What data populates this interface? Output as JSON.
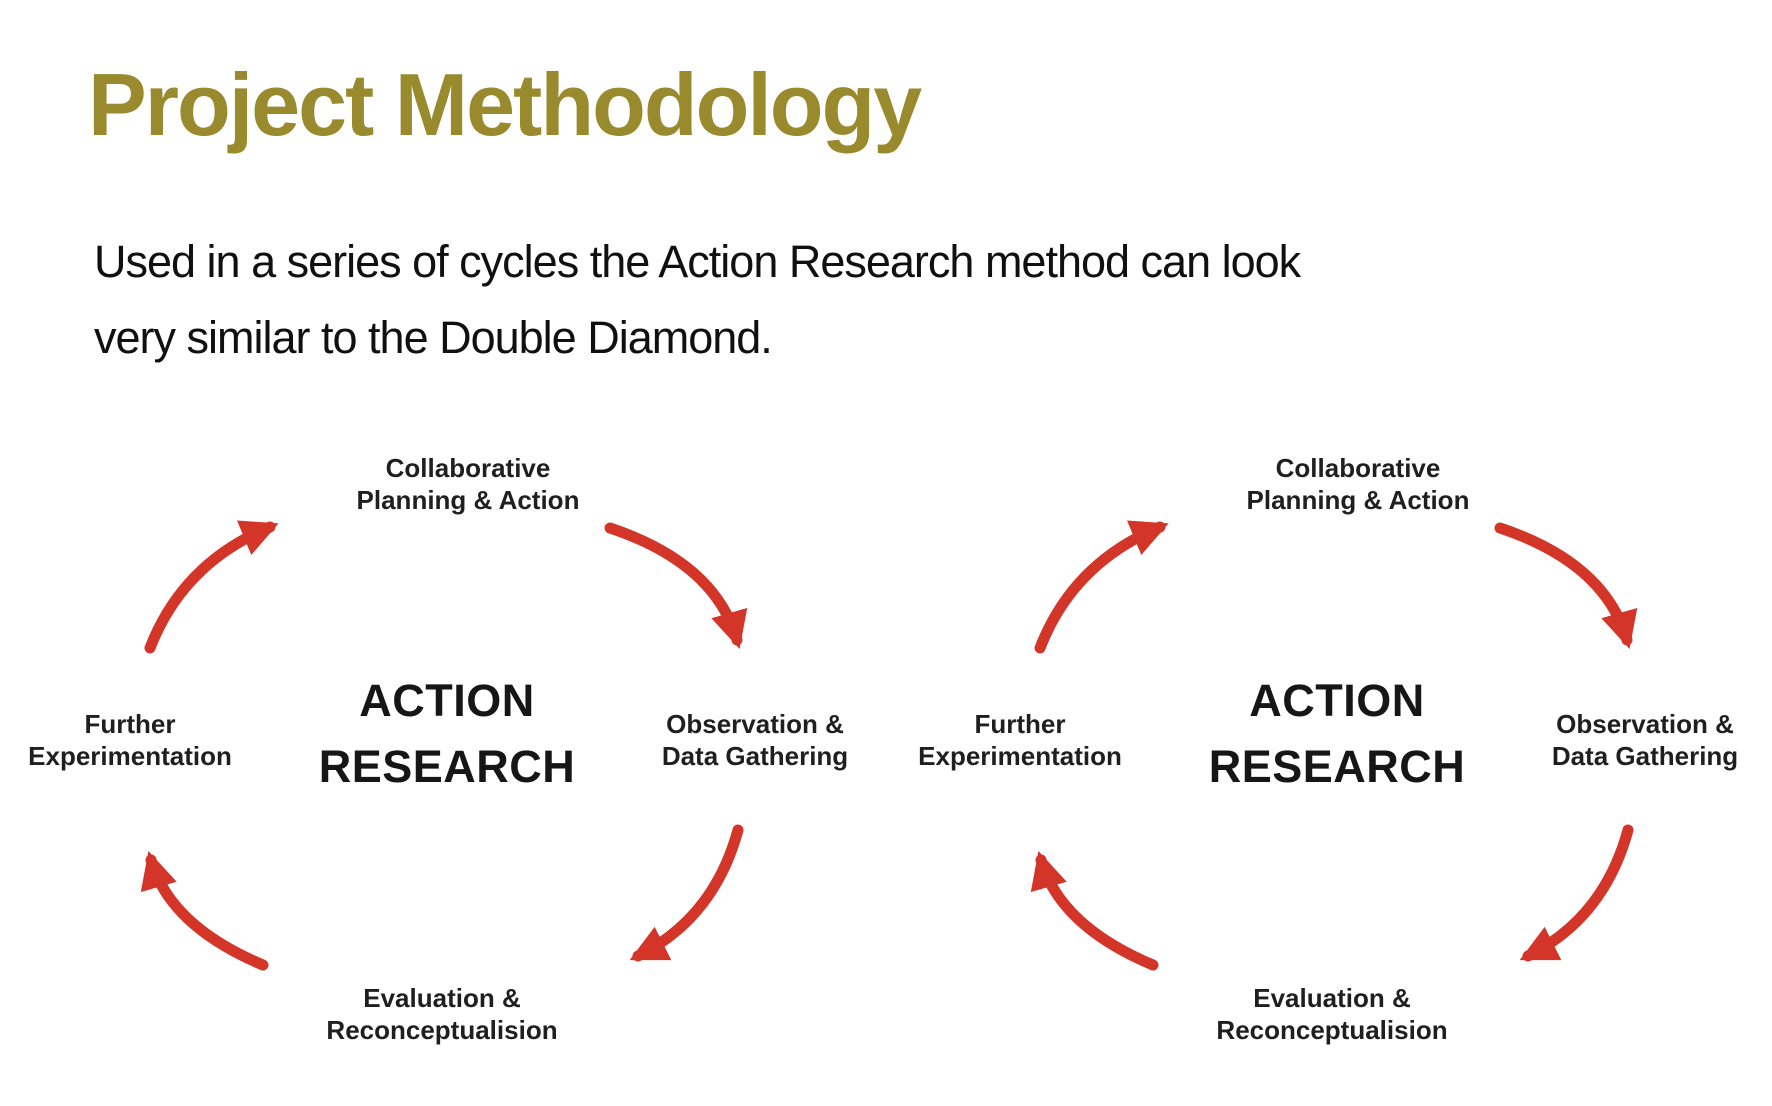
{
  "slide": {
    "title": "Project Methodology",
    "subtitle": {
      "line1": "Used in a series of cycles the Action Research method can look",
      "line2": "very similar to the Double Diamond."
    }
  },
  "cycle": {
    "center": {
      "line1": "ACTION",
      "line2": "RESEARCH"
    },
    "stages": {
      "top": {
        "line1": "Collaborative",
        "line2": "Planning & Action"
      },
      "right": {
        "line1": "Observation &",
        "line2": "Data Gathering"
      },
      "bottom": {
        "line1": "Evaluation &",
        "line2": "Reconceptualision"
      },
      "left": {
        "line1": "Further",
        "line2": "Experimentation"
      }
    },
    "flow": "clockwise"
  },
  "colors": {
    "title": "#9A8A2E",
    "arrow": "#D43529",
    "text": "#1F1F1F"
  }
}
